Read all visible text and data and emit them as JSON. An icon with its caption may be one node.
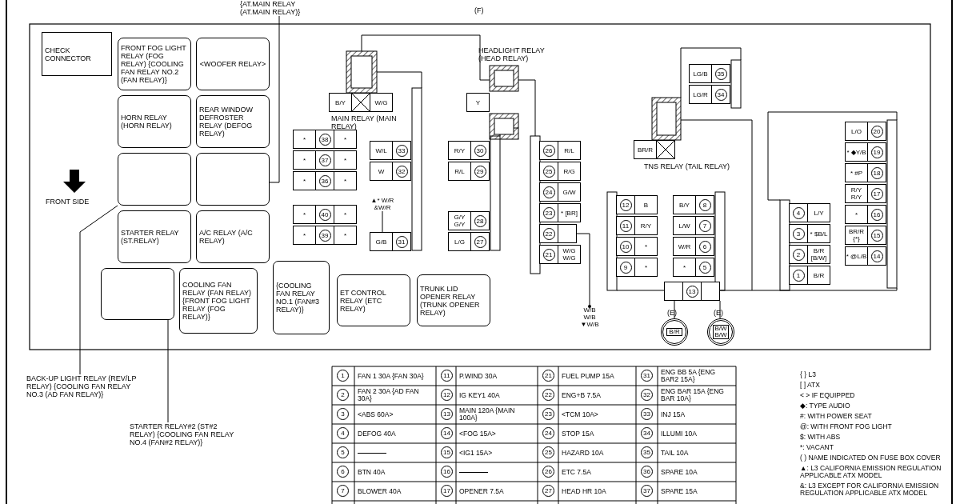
{
  "diagram": {
    "nodes": [
      {
        "text": [
          "CHECK CONNECTOR"
        ]
      },
      {
        "text": [
          "FRONT FOG LIGHT RELAY (FOG RELAY) {COOLING FAN RELAY NO.2 (FAN RELAY)}"
        ]
      },
      {
        "text": [
          "<WOOFER RELAY>"
        ]
      },
      {
        "text": [
          "HORN RELAY (HORN RELAY)"
        ]
      },
      {
        "text": [
          "REAR WINDOW DEFROSTER RELAY (DEFOG RELAY)"
        ]
      },
      {
        "text": [],
        "shape": "box"
      },
      {
        "text": [],
        "shape": "box"
      },
      {
        "text": [
          "STARTER RELAY (ST.RELAY)"
        ]
      },
      {
        "text": [
          "A/C RELAY (A/C RELAY)"
        ]
      },
      {
        "text": [],
        "shape": "box"
      },
      {
        "text": [
          "COOLING FAN RELAY (FAN RELAY) {FRONT FOG LIGHT RELAY (FOG RELAY)}"
        ]
      },
      {
        "text": [
          "{COOLING FAN RELAY NO.1 (FAN#3 RELAY)}"
        ]
      },
      {
        "text": [
          "ET CONTROL RELAY (ETC RELAY)"
        ]
      },
      {
        "text": [
          "TRUNK LID OPENER RELAY (TRUNK OPENER RELAY)"
        ]
      },
      {
        "text": [
          "B/Y",
          "W/G"
        ],
        "beside": [
          "MAIN RELAY (MAIN RELAY)"
        ]
      },
      {
        "text": [
          "Y"
        ]
      },
      {
        "text": [
          "BR/R"
        ],
        "beside": [
          "TNS RELAY (TAIL RELAY)"
        ]
      },
      {
        "text": [
          "*",
          "38",
          "*"
        ]
      },
      {
        "text": [
          "*",
          "37",
          "*"
        ]
      },
      {
        "text": [
          "*",
          "36",
          "*"
        ]
      },
      {
        "text": [
          "*",
          "40",
          "*"
        ]
      },
      {
        "text": [
          "*",
          "39",
          "*"
        ]
      },
      {
        "text": [
          "W/L",
          "33"
        ]
      },
      {
        "text": [
          "W",
          "32"
        ]
      },
      {
        "text": [
          "G/B",
          "31"
        ]
      },
      {
        "text": [
          "R/Y",
          "30"
        ]
      },
      {
        "text": [
          "R/L",
          "29"
        ]
      },
      {
        "text": [
          "G/Y G/Y",
          "28"
        ]
      },
      {
        "text": [
          "L/G",
          "27"
        ]
      },
      {
        "text": [
          "26",
          "R/L"
        ]
      },
      {
        "text": [
          "25",
          "R/G"
        ]
      },
      {
        "text": [
          "24",
          "G/W"
        ]
      },
      {
        "text": [
          "23",
          "* [BR]"
        ]
      },
      {
        "text": [
          "22"
        ]
      },
      {
        "text": [
          "21",
          "W/G W/G"
        ]
      },
      {
        "text": [
          "LG/B",
          "35"
        ]
      },
      {
        "text": [
          "LG/R",
          "34"
        ]
      },
      {
        "text": [
          "12",
          "B"
        ]
      },
      {
        "text": [
          "11",
          "R/Y"
        ]
      },
      {
        "text": [
          "10",
          "*"
        ]
      },
      {
        "text": [
          "9",
          "*"
        ]
      },
      {
        "text": [
          "B/Y",
          "8"
        ]
      },
      {
        "text": [
          "L/W",
          "7"
        ]
      },
      {
        "text": [
          "W/R",
          "6"
        ]
      },
      {
        "text": [
          "*",
          "5"
        ]
      },
      {
        "text": [
          "13"
        ]
      },
      {
        "text": [
          "4",
          "L/Y"
        ]
      },
      {
        "text": [
          "3",
          "* $B/L"
        ]
      },
      {
        "text": [
          "2",
          "B/R [B/W]"
        ]
      },
      {
        "text": [
          "1",
          "B/R"
        ]
      },
      {
        "text": [
          "L/O",
          "20"
        ]
      },
      {
        "text": [
          "* ◆Y/B",
          "19"
        ]
      },
      {
        "text": [
          "* #P",
          "18"
        ]
      },
      {
        "text": [
          "R/Y R/Y",
          "17"
        ]
      },
      {
        "text": [
          "*",
          "16"
        ]
      },
      {
        "text": [
          "BR/R {*}",
          "15"
        ]
      },
      {
        "text": [
          "* @L/B",
          "14"
        ]
      },
      {
        "text": [
          "B/R"
        ],
        "beside": [
          "(E)"
        ]
      },
      {
        "text": [
          "B/W B/W"
        ],
        "beside": [
          "(E)"
        ]
      },
      {
        "text": [
          "{AT.MAIN RELAY (AT.MAIN RELAY)}"
        ]
      },
      {
        "text": [
          "BACK-UP LIGHT RELAY (REV/LP RELAY) {COOLING FAN RELAY NO.3 (AD FAN RELAY)}"
        ]
      },
      {
        "text": [
          "STARTER RELAY#2 (ST#2 RELAY) {COOLING FAN RELAY NO.4 (FAN#2 RELAY)}"
        ]
      },
      {
        "text": [
          "W/B W/B ▼W/B"
        ]
      },
      {
        "text": [
          "▲* W/R &W/R"
        ]
      }
    ],
    "edges": [
      {
        "from": 59,
        "to": 6,
        "arrow": "none"
      },
      {
        "from": 60,
        "to": 5,
        "arrow": "none"
      },
      {
        "from": 61,
        "to": 9,
        "arrow": "none"
      },
      {
        "from": 33,
        "to": 62,
        "arrow": "other"
      },
      {
        "from": 45,
        "to": 57,
        "arrow": "none"
      },
      {
        "from": 45,
        "to": 58,
        "arrow": "none"
      },
      {
        "from": 24,
        "to": 63,
        "arrow": "none"
      }
    ],
    "labels": [
      "(F)",
      "HEADLIGHT RELAY (HEAD RELAY)",
      "FRONT SIDE",
      "1",
      "FAN 1 30A {FAN 30A}",
      "11",
      "P.WIND 30A",
      "21",
      "FUEL PUMP 15A",
      "31",
      "ENG BB 5A {ENG BAR2 15A}",
      "2",
      "FAN 2 30A {AD FAN 30A}",
      "12",
      "IG KEY1 40A",
      "22",
      "ENG+B 7.5A",
      "32",
      "ENG BAR 15A {ENG BAR 10A}",
      "3",
      "<ABS 60A>",
      "13",
      "MAIN 120A {MAIN 100A}",
      "23",
      "<TCM 10A>",
      "33",
      "INJ 15A",
      "4",
      "DEFOG 40A",
      "14",
      "<FOG 15A>",
      "24",
      "STOP 15A",
      "34",
      "ILLUMI 10A",
      "5",
      "15",
      "<IG1 15A>",
      "25",
      "HAZARD 10A",
      "35",
      "TAIL 10A",
      "6",
      "BTN 40A",
      "16",
      "26",
      "ETC 7.5A",
      "36",
      "SPARE 10A",
      "7",
      "BLOWER 40A",
      "17",
      "OPENER 7.5A",
      "27",
      "HEAD HR 10A",
      "37",
      "SPARE 15A",
      "{ } L3",
      "[ ] ATX",
      "< > IF EQUIPPED",
      "◆: TYPE AUDIO",
      "#: WITH POWER SEAT",
      "@: WITH FRONT FOG LIGHT",
      "$: WITH ABS",
      "*: VACANT",
      "( ) NAME INDICATED ON FUSE BOX COVER",
      "▲: L3 CALIFORNIA EMISSION REGULATION APPLICABLE ATX MODEL",
      "&: L3 EXCEPT FOR CALIFORNIA EMISSION REGULATION APPLICABLE ATX MODEL"
    ]
  }
}
